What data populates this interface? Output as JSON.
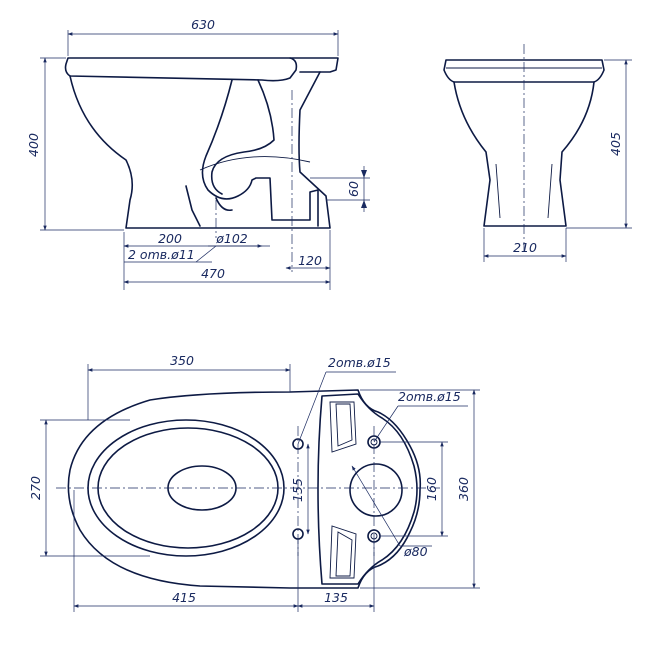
{
  "side_view": {
    "overall_length": "630",
    "height": "400",
    "outlet_height": "60",
    "fix_distance": "200",
    "outlet_diameter": "ø102",
    "holes_note": "2 omв.ø11",
    "outlet_offset": "120",
    "base_length": "470"
  },
  "front_view": {
    "height": "405",
    "base_width": "210"
  },
  "plan_view": {
    "bowl_length": "350",
    "holes_note_left": "2omв.ø15",
    "holes_note_right": "2omв.ø15",
    "bowl_width": "270",
    "hole_spacing_left": "155",
    "hole_spacing_right": "160",
    "overall_width": "360",
    "outlet_diameter": "ø80",
    "front_to_holes": "415",
    "holes_to_back": "135"
  },
  "colors": {
    "line": "#0d1a44",
    "dimension": "#1a2a60"
  }
}
